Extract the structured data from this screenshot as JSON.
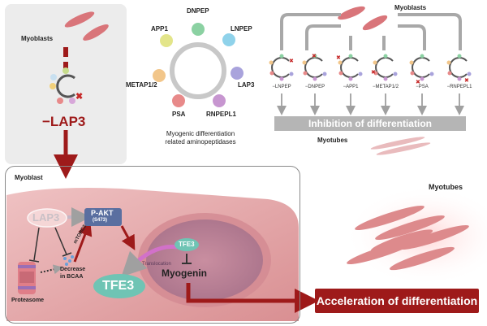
{
  "left_panel": {
    "myoblasts_label": "Myoblasts",
    "lap3_label": "−LAP3"
  },
  "center_panel": {
    "enzymes": [
      "DNPEP",
      "LNPEP",
      "LAP3",
      "RNPEPL1",
      "PSA",
      "METAP1/2",
      "APP1"
    ],
    "caption_line1": "Myogenic differentiation",
    "caption_line2": "related aminopeptidases"
  },
  "right_panel": {
    "myoblasts_label": "Myoblasts",
    "knockdowns": [
      "−LNPEP",
      "−DNPEP",
      "−APP1",
      "−METAP1/2",
      "−PSA",
      "−RNPEPL1"
    ],
    "inhibition_label": "Inhibition of differentiation",
    "myotubes_label": "Myotubes"
  },
  "mechanism": {
    "myoblast_label": "Myoblast",
    "lap3_node": "LAP3",
    "pakt_label": "P-AKT",
    "pakt_sub": "(S473)",
    "mtorc2_label": "mTORC2",
    "decrease_line1": "Decrease",
    "decrease_line2": "in BCAA",
    "proteasome_label": "Proteasome",
    "tfe3_small": "TFE3",
    "tfe3_large": "TFE3",
    "translocation_label": "Translocation",
    "myogenin_label": "Myogenin"
  },
  "outcome": {
    "myotubes_label": "Myotubes",
    "acceleration_label": "Acceleration of differentiation"
  },
  "colors": {
    "dark_red": "#9e1a1a",
    "gray_bar": "#b5b5b5",
    "teal": "#6fc4b4",
    "blue_box": "#5a6fa0",
    "cell_pink": "#e8b1b3"
  }
}
